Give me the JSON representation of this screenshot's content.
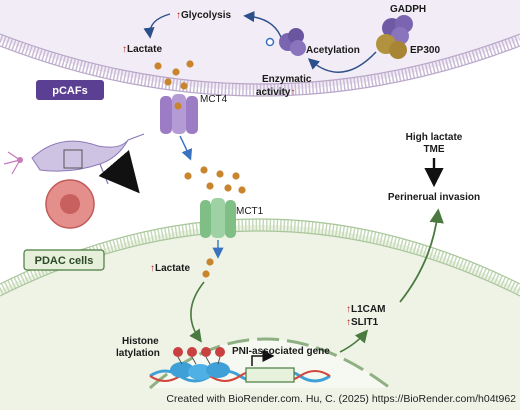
{
  "labels": {
    "glycolysis": "Glycolysis",
    "lactate_top": "Lactate",
    "gadph": "GADPH",
    "ep300": "EP300",
    "acetylation": "Acetylation",
    "enzymatic_1": "Enzymatic",
    "enzymatic_2": "activity",
    "pcafs": "pCAFs",
    "mct4": "MCT4",
    "mct1": "MCT1",
    "pdac": "PDAC cells",
    "lactate_cell": "Lactate",
    "histone_1": "Histone",
    "histone_2": "latylation",
    "pni_gene": "PNI-associated gene",
    "l1cam": "L1CAM",
    "slit1": "SLIT1",
    "tme_1": "High lactate",
    "tme_2": "TME",
    "perineural": "Perinerual invasion"
  },
  "up_arrow": "↑",
  "footer": "Created with BioRender.com. Hu, C. (2025)  https://BioRender.com/h04t962",
  "colors": {
    "membrane": "#b8a6c8",
    "pcaf_fill": "#f1ecf5",
    "pdac_fill": "#eef3e6",
    "pdac_membrane": "#a9c69a",
    "lactate_dot": "#c9842e",
    "mct4": "#9c7cc4",
    "mct1": "#7fbf86",
    "enzyme": "#7b64b0",
    "ep300": "#b2923f",
    "dna_blue": "#3fa0d8",
    "dna_red": "#d2453a",
    "histone": "#c94040",
    "flow_arrow": "#3a72c0",
    "invasion_arrow": "#4a7a3f",
    "up_arrow": "#b3221b"
  }
}
